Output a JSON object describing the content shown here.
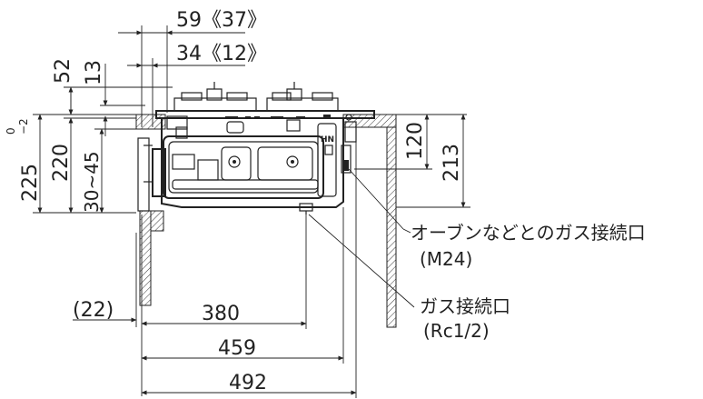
{
  "dimensions": {
    "d59": "59《37》",
    "d34": "34《12》",
    "d52": "52",
    "d13": "13",
    "d225": "225",
    "d225_tol_top": "0",
    "d225_tol_bottom": "−2",
    "d220": "220",
    "d30_45": "30~45",
    "d120": "120",
    "d213": "213",
    "d22": "(22)",
    "d380": "380",
    "d459": "459",
    "d492": "492"
  },
  "labels": {
    "oven_line1": "オーブンなどとのガス接続口",
    "oven_line2": "(M24)",
    "gas_line1": "ガス接続口",
    "gas_line2": "(Rc1/2)",
    "hn_mark": "HN"
  }
}
